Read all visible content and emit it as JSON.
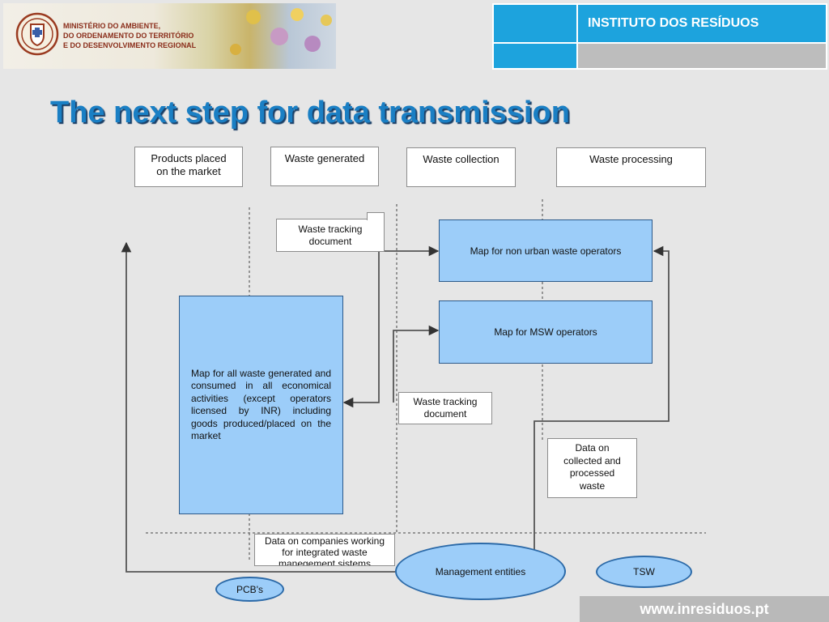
{
  "header": {
    "ministry_name": "MINISTÉRIO DO AMBIENTE,\nDO ORDENAMENTO DO TERRITÓRIO\nE DO DESENVOLVIMENTO REGIONAL",
    "institute_name": "INSTITUTO DOS RESÍDUOS"
  },
  "title": "The next step for data transmission",
  "diagram": {
    "columns": [
      "Products placed\non the market",
      "Waste generated",
      "Waste collection",
      "Waste processing"
    ],
    "waste_tracking_top": "Waste tracking\ndocument",
    "waste_tracking_mid": "Waste tracking\ndocument",
    "map_non_urban": "Map for non urban waste operators",
    "map_msw": "Map for MSW operators",
    "map_all": "Map for all waste generated and consumed in all economical activities (except operators licensed by INR) including goods produced/placed on the market",
    "data_collected": "Data on\ncollected and\nprocessed\nwaste",
    "data_companies": "Data on companies working\nfor integrated waste\nmanegement  sistems",
    "management_entities": "Management entities",
    "tsw": "TSW",
    "pcbs": "PCB's"
  },
  "footer": {
    "url": "www.inresiduos.pt"
  },
  "colors": {
    "title": "#1a7fc4",
    "header_cell": "#1da3dd",
    "box_fill": "#9ccdf9",
    "footer_bg": "#b9b9b9"
  }
}
